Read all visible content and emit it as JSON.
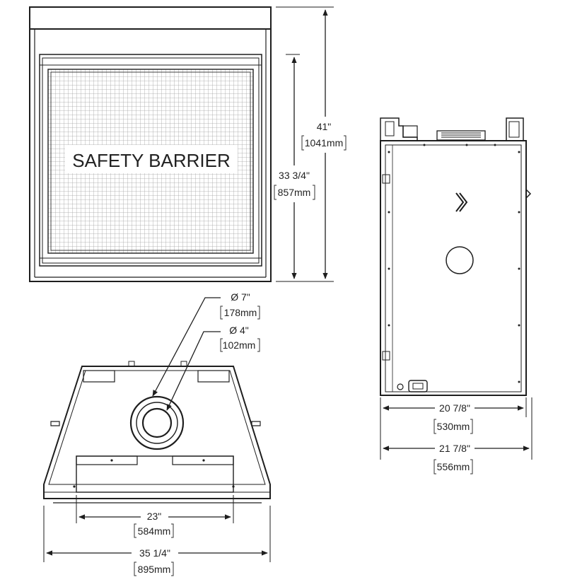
{
  "front_view": {
    "barrier_label": "SAFETY BARRIER",
    "height_overall": {
      "imperial": "41\"",
      "metric": "1041mm"
    },
    "opening_height": {
      "imperial": "33 3/4\"",
      "metric": "857mm"
    }
  },
  "top_view": {
    "outer_flue": {
      "imperial": "Ø 7\"",
      "metric": "178mm"
    },
    "inner_flue": {
      "imperial": "Ø 4\"",
      "metric": "102mm"
    },
    "back_width": {
      "imperial": "23\"",
      "metric": "584mm"
    },
    "overall_width": {
      "imperial": "35 1/4\"",
      "metric": "895mm"
    }
  },
  "side_view": {
    "depth_inner": {
      "imperial": "20 7/8\"",
      "metric": "530mm"
    },
    "depth_overall": {
      "imperial": "21 7/8\"",
      "metric": "556mm"
    }
  },
  "colors": {
    "line": "#1e1e1e",
    "background": "#ffffff",
    "grid": "#9a9a9a"
  }
}
